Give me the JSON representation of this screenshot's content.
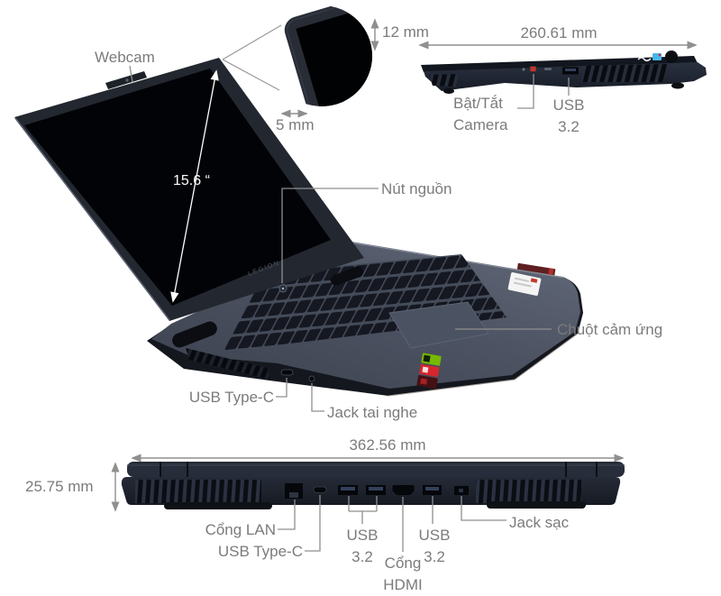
{
  "colors": {
    "label_gray": "#7b7b7b",
    "leader_line": "#8f8f8f",
    "camera_switch_red": "#c5342c",
    "sticker_green": "#76b900",
    "sticker_red": "#d6252c",
    "logo_blue": "#4ab6e8"
  },
  "main_view": {
    "webcam_label": "Webcam",
    "screen_size": "15.6 “",
    "power_label": "Nút nguồn",
    "touchpad_label": "Chuột cảm ứng",
    "usb_c_label": "USB Type-C",
    "headphone_label": "Jack tai nghe",
    "brand": "LEGION"
  },
  "inset": {
    "top_bezel": "12 mm",
    "side_bezel": "5 mm"
  },
  "side_view": {
    "width": "260.61 mm",
    "camera_switch_label": "Bật/Tắt\nCamera",
    "usb_label": "USB\n3.2"
  },
  "rear_view": {
    "width": "362.56 mm",
    "height": "25.75 mm",
    "lan_label": "Cổng LAN",
    "usb_c_label": "USB Type-C",
    "usb_left_label": "USB\n3.2",
    "hdmi_label": "Cổng\nHDMI",
    "usb_right_label": "USB\n3.2",
    "charger_label": "Jack sạc"
  }
}
